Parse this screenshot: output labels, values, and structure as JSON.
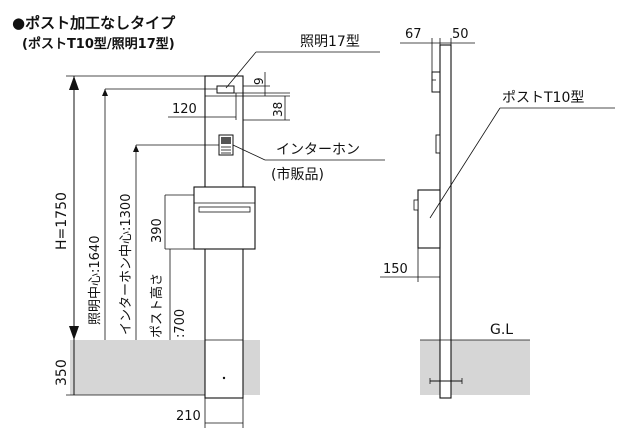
{
  "title": {
    "line1": "●ポスト加工なしタイプ",
    "line2": "(ポストT10型/照明17型)"
  },
  "labels": {
    "light_model": "照明17型",
    "intercom": "インターホン",
    "intercom_note": "(市販品)",
    "post_model": "ポストT10型",
    "ground_level": "G.L",
    "height_total": "H=1750",
    "light_center": "照明中心:1640",
    "intercom_center": "インターホン中心:1300",
    "post_height_a": "ポスト高さ",
    "post_height_b": ":700"
  },
  "dimensions": {
    "d_9": "9",
    "d_38": "38",
    "d_120": "120",
    "d_390": "390",
    "d_350": "350",
    "d_210": "210",
    "d_67": "67",
    "d_50": "50",
    "d_150": "150"
  },
  "colors": {
    "line": "#111111",
    "ground": "#d6d6d6"
  }
}
